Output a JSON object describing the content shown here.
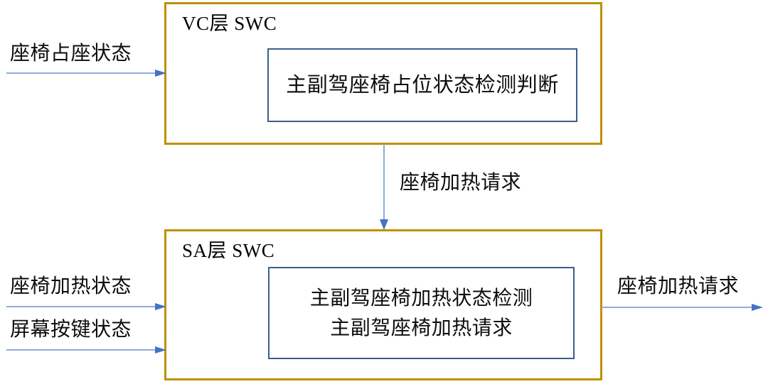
{
  "diagram": {
    "type": "block-diagram",
    "title": "",
    "colors": {
      "layer_border": "#BF9000",
      "module_border": "#3B5F8A",
      "arrow_line": "#8FAADC",
      "arrow_head": "#4472C4",
      "text": "#0D0D0D",
      "background": "#FFFFFF"
    },
    "layers": [
      {
        "id": "vc",
        "title": "VC层 SWC",
        "modules": [
          {
            "id": "vc-module",
            "lines": [
              "主副驾座椅占位状态检测判断"
            ]
          }
        ]
      },
      {
        "id": "sa",
        "title": "SA层 SWC",
        "modules": [
          {
            "id": "sa-module",
            "lines": [
              "主副驾座椅加热状态检测",
              "主副驾座椅加热请求"
            ]
          }
        ]
      }
    ],
    "flows": [
      {
        "id": "seat-occupancy",
        "label": "座椅占座状态",
        "direction": "right",
        "from": "external",
        "to": "vc"
      },
      {
        "id": "heat-request-internal",
        "label": "座椅加热请求",
        "direction": "down",
        "from": "vc",
        "to": "sa"
      },
      {
        "id": "seat-heat-status",
        "label": "座椅加热状态",
        "direction": "right",
        "from": "external",
        "to": "sa"
      },
      {
        "id": "screen-key-status",
        "label": "屏幕按键状态",
        "direction": "right",
        "from": "external",
        "to": "sa"
      },
      {
        "id": "heat-request-output",
        "label": "座椅加热请求",
        "direction": "right",
        "from": "sa",
        "to": "external"
      }
    ]
  }
}
